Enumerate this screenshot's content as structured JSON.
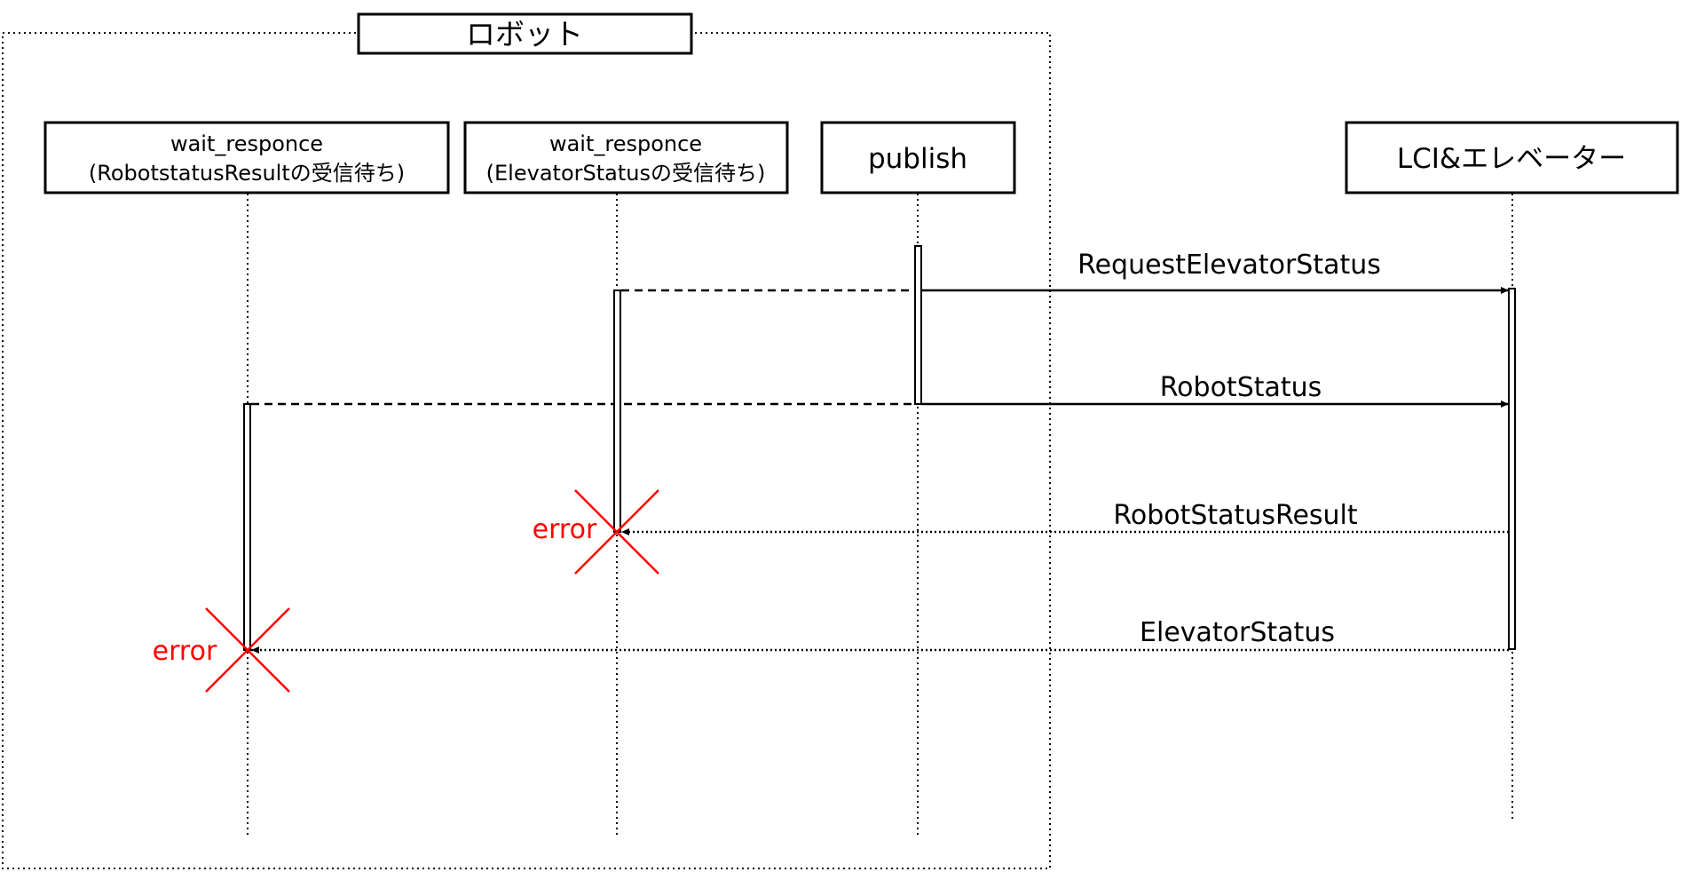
{
  "frame": {
    "title": "ロボット"
  },
  "participants": [
    {
      "id": "wait-robot",
      "line1": "wait_responce",
      "line2": "(RobotstatusResultの受信待ち)"
    },
    {
      "id": "wait-elevator",
      "line1": "wait_responce",
      "line2": "(ElevatorStatusの受信待ち)"
    },
    {
      "id": "publish",
      "line1": "publish",
      "line2": ""
    },
    {
      "id": "lci",
      "line1": "LCI&エレベーター",
      "line2": ""
    }
  ],
  "messages": [
    {
      "label": "RequestElevatorStatus",
      "from": "publish",
      "to": "lci",
      "style": "solid"
    },
    {
      "label": "RobotStatus",
      "from": "publish",
      "to": "lci",
      "style": "solid"
    },
    {
      "label": "RobotStatusResult",
      "from": "lci",
      "to": "wait-elevator",
      "style": "dotted"
    },
    {
      "label": "ElevatorStatus",
      "from": "lci",
      "to": "wait-robot",
      "style": "dotted"
    }
  ],
  "errors": [
    {
      "label": "error",
      "on": "wait-elevator"
    },
    {
      "label": "error",
      "on": "wait-robot"
    }
  ],
  "colors": {
    "line": "#000000",
    "error": "#ff0000",
    "background": "#ffffff"
  }
}
